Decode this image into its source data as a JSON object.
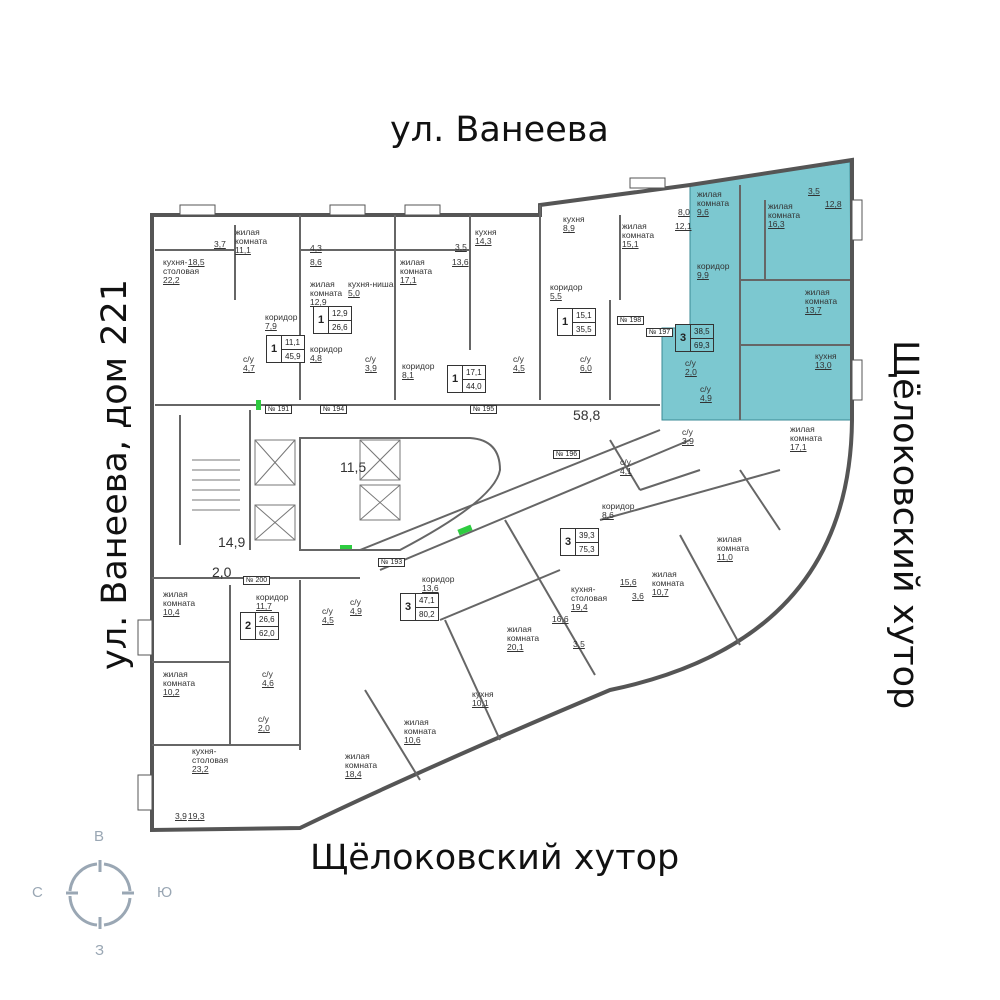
{
  "streets": {
    "top": "ул. Ванеева",
    "left": "ул. Ванеева, дом 221",
    "right": "Щёлоковский хутор",
    "bottom": "Щёлоковский хутор"
  },
  "compass": {
    "north": "В",
    "east": "Ю",
    "south": "З",
    "west": "С"
  },
  "colors": {
    "highlight": "#7cc8d0",
    "wall": "#555555",
    "compass": "#9aa7b4",
    "elevator_marker": "#2ecc40"
  },
  "apartments": [
    {
      "rooms": "1",
      "living": "11,1",
      "total": "45,9"
    },
    {
      "rooms": "1",
      "living": "12,9",
      "total": "26,6"
    },
    {
      "rooms": "1",
      "living": "17,1",
      "total": "44,0"
    },
    {
      "rooms": "1",
      "living": "15,1",
      "total": "35,5"
    },
    {
      "rooms": "3",
      "living": "38,5",
      "total": "69,3"
    },
    {
      "rooms": "3",
      "living": "39,3",
      "total": "75,3"
    },
    {
      "rooms": "3",
      "living": "47,1",
      "total": "80,2"
    },
    {
      "rooms": "2",
      "living": "26,6",
      "total": "62,0"
    }
  ],
  "apartment_numbers": [
    "№ 191",
    "№ 194",
    "№ 195",
    "№ 198",
    "№ 197",
    "№ 196",
    "№ 193",
    "№ 200"
  ],
  "rooms": [
    {
      "name": "кухня-\nстоловая",
      "area": "22,2"
    },
    {
      "name": "",
      "area": "18,5"
    },
    {
      "name": "",
      "area": "3,7"
    },
    {
      "name": "жилая\nкомната",
      "area": "11,1"
    },
    {
      "name": "коридор",
      "area": "7,9"
    },
    {
      "name": "с/у",
      "area": "4,7"
    },
    {
      "name": "",
      "area": "4,3"
    },
    {
      "name": "",
      "area": "8,6"
    },
    {
      "name": "жилая\nкомната",
      "area": "12,9"
    },
    {
      "name": "кухня-ниша",
      "area": "5,0"
    },
    {
      "name": "коридор",
      "area": "4,8"
    },
    {
      "name": "с/у",
      "area": "3,9"
    },
    {
      "name": "кухня",
      "area": "14,3"
    },
    {
      "name": "",
      "area": "3,5"
    },
    {
      "name": "жилая\nкомната",
      "area": "17,1"
    },
    {
      "name": "",
      "area": "13,6"
    },
    {
      "name": "коридор",
      "area": "8,1"
    },
    {
      "name": "с/у",
      "area": "4,5"
    },
    {
      "name": "кухня",
      "area": "8,9"
    },
    {
      "name": "жилая\nкомната",
      "area": "15,1"
    },
    {
      "name": "",
      "area": "8,0"
    },
    {
      "name": "",
      "area": "12,1"
    },
    {
      "name": "коридор",
      "area": "5,5"
    },
    {
      "name": "с/у",
      "area": "6,0"
    },
    {
      "name": "жилая\nкомната",
      "area": "9,6"
    },
    {
      "name": "жилая\nкомната",
      "area": "16,3"
    },
    {
      "name": "",
      "area": "3,5"
    },
    {
      "name": "",
      "area": "12,8"
    },
    {
      "name": "коридор",
      "area": "9,9"
    },
    {
      "name": "жилая\nкомната",
      "area": "13,7"
    },
    {
      "name": "с/у",
      "area": "2,0"
    },
    {
      "name": "кухня",
      "area": "13,0"
    },
    {
      "name": "с/у",
      "area": "4,9"
    },
    {
      "name": "",
      "area": "58,8"
    },
    {
      "name": "",
      "area": "11,5"
    },
    {
      "name": "",
      "area": "14,9"
    },
    {
      "name": "",
      "area": "2,0"
    },
    {
      "name": "с/у",
      "area": "3,9"
    },
    {
      "name": "жилая\nкомната",
      "area": "17,1"
    },
    {
      "name": "с/у",
      "area": "4,1"
    },
    {
      "name": "коридор",
      "area": "8,6"
    },
    {
      "name": "жилая\nкомната",
      "area": "11,0"
    },
    {
      "name": "жилая\nкомната",
      "area": "10,7"
    },
    {
      "name": "кухня-\nстоловая",
      "area": "19,4"
    },
    {
      "name": "",
      "area": "15,6"
    },
    {
      "name": "",
      "area": "3,6"
    },
    {
      "name": "",
      "area": "16,6"
    },
    {
      "name": "",
      "area": "3,5"
    },
    {
      "name": "коридор",
      "area": "13,6"
    },
    {
      "name": "жилая\nкомната",
      "area": "20,1"
    },
    {
      "name": "кухня",
      "area": "10,1"
    },
    {
      "name": "жилая\nкомната",
      "area": "10,6"
    },
    {
      "name": "жилая\nкомната",
      "area": "18,4"
    },
    {
      "name": "с/у",
      "area": "4,9"
    },
    {
      "name": "с/у",
      "area": "4,5"
    },
    {
      "name": "коридор",
      "area": "11,7"
    },
    {
      "name": "жилая\nкомната",
      "area": "10,4"
    },
    {
      "name": "жилая\nкомната",
      "area": "10,2"
    },
    {
      "name": "с/у",
      "area": "4,6"
    },
    {
      "name": "с/у",
      "area": "2,0"
    },
    {
      "name": "кухня-\nстоловая",
      "area": "23,2"
    },
    {
      "name": "",
      "area": "3,9"
    },
    {
      "name": "",
      "area": "19,3"
    }
  ]
}
